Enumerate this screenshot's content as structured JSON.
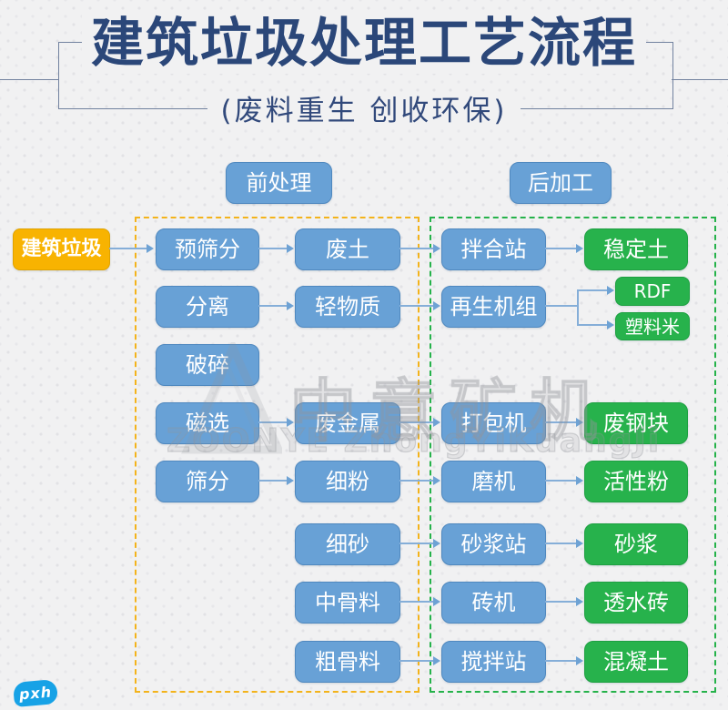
{
  "header": {
    "title": "建筑垃圾处理工艺流程",
    "subtitle": "(废料重生 创收环保)"
  },
  "section_labels": {
    "pre": "前处理",
    "post": "后加工"
  },
  "source_label": "建筑垃圾",
  "boxes": [
    {
      "id": "pre-screening",
      "label": "预筛分"
    },
    {
      "id": "separation",
      "label": "分离"
    },
    {
      "id": "crushing",
      "label": "破碎"
    },
    {
      "id": "magnetic-selection",
      "label": "磁选"
    },
    {
      "id": "screening",
      "label": "筛分"
    },
    {
      "id": "waste-soil",
      "label": "废土"
    },
    {
      "id": "light-material",
      "label": "轻物质"
    },
    {
      "id": "scrap-metal",
      "label": "废金属"
    },
    {
      "id": "fine-powder",
      "label": "细粉"
    },
    {
      "id": "fine-sand",
      "label": "细砂"
    },
    {
      "id": "medium-aggregate",
      "label": "中骨料"
    },
    {
      "id": "coarse-aggregate",
      "label": "粗骨料"
    },
    {
      "id": "mixing-station",
      "label": "拌合站"
    },
    {
      "id": "regeneration-unit",
      "label": "再生机组"
    },
    {
      "id": "baler",
      "label": "打包机"
    },
    {
      "id": "grinding-mill",
      "label": "磨机"
    },
    {
      "id": "mortar-station",
      "label": "砂浆站"
    },
    {
      "id": "brick-machine",
      "label": "砖机"
    },
    {
      "id": "concrete-mixing-station",
      "label": "搅拌站"
    },
    {
      "id": "stabilized-soil",
      "label": "稳定土"
    },
    {
      "id": "rdf",
      "label": "RDF"
    },
    {
      "id": "plastic-pellets",
      "label": "塑料米"
    },
    {
      "id": "scrap-steel-block",
      "label": "废钢块"
    },
    {
      "id": "active-powder",
      "label": "活性粉"
    },
    {
      "id": "mortar",
      "label": "砂浆"
    },
    {
      "id": "permeable-brick",
      "label": "透水砖"
    },
    {
      "id": "concrete",
      "label": "混凝土"
    }
  ],
  "edges": [
    [
      "建筑垃圾",
      "预筛分"
    ],
    [
      "预筛分",
      "废土"
    ],
    [
      "废土",
      "拌合站"
    ],
    [
      "拌合站",
      "稳定土"
    ],
    [
      "分离",
      "轻物质"
    ],
    [
      "轻物质",
      "再生机组"
    ],
    [
      "再生机组",
      "RDF"
    ],
    [
      "再生机组",
      "塑料米"
    ],
    [
      "磁选",
      "废金属"
    ],
    [
      "废金属",
      "打包机"
    ],
    [
      "打包机",
      "废钢块"
    ],
    [
      "筛分",
      "细粉"
    ],
    [
      "细粉",
      "磨机"
    ],
    [
      "磨机",
      "活性粉"
    ],
    [
      "细砂",
      "砂浆站"
    ],
    [
      "砂浆站",
      "砂浆"
    ],
    [
      "中骨料",
      "砖机"
    ],
    [
      "砖机",
      "透水砖"
    ],
    [
      "粗骨料",
      "搅拌站"
    ],
    [
      "搅拌站",
      "混凝土"
    ]
  ],
  "watermark": {
    "cn": "中意矿机",
    "en": "ZOONYE ZhongYiKuangJi"
  },
  "badge_label": "pxh",
  "colors": {
    "title_text": "#2b4779",
    "blue_box": "#68a1d6",
    "green_box": "#27b24c",
    "yellow_source_box": "#f8b301",
    "dashed_yellow_region": "#f3b31b",
    "dashed_green_region": "#25b24a",
    "arrow": "#85aed8",
    "background": "#f1f1f2",
    "badge_blue": "#17a2e6"
  }
}
